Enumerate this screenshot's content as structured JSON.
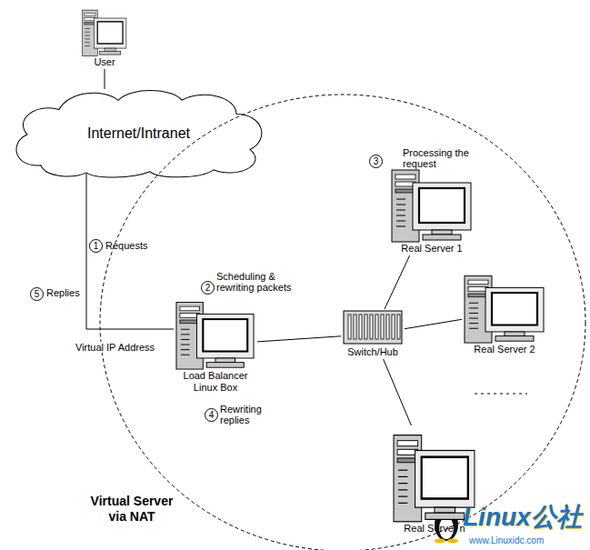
{
  "diagram": {
    "nodes": [
      {
        "text": [
          "User"
        ]
      },
      {
        "text": [
          "Internet/Intranet"
        ]
      },
      {
        "text": [
          "Virtual Server via NAT"
        ]
      },
      {
        "text": [
          "Real Server 1"
        ],
        "in": 2
      },
      {
        "text": [
          "Load Balancer Linux Box"
        ],
        "in": 2
      },
      {
        "text": [
          "Switch/Hub"
        ],
        "in": 2
      },
      {
        "text": [
          "Real Server 2"
        ],
        "in": 2
      },
      {
        "text": [
          "Real Server n"
        ],
        "in": 2
      }
    ],
    "edges": [
      {
        "from": 0,
        "to": 1,
        "arrow": "none"
      },
      {
        "from": 1,
        "to": 4,
        "arrow": "none"
      },
      {
        "from": 4,
        "to": 5,
        "arrow": "none"
      },
      {
        "from": 5,
        "to": 3,
        "arrow": "none"
      },
      {
        "from": 5,
        "to": 6,
        "arrow": "none"
      },
      {
        "from": 5,
        "to": 7,
        "arrow": "none"
      }
    ],
    "labels": [
      "1",
      "Requests",
      "2",
      "Scheduling & rewriting packets",
      "3",
      "Processing the request",
      "4",
      "Rewriting replies",
      "5",
      "Replies",
      "Virtual IP Address",
      "Linux公社",
      "www.Linuxidc.com"
    ]
  }
}
